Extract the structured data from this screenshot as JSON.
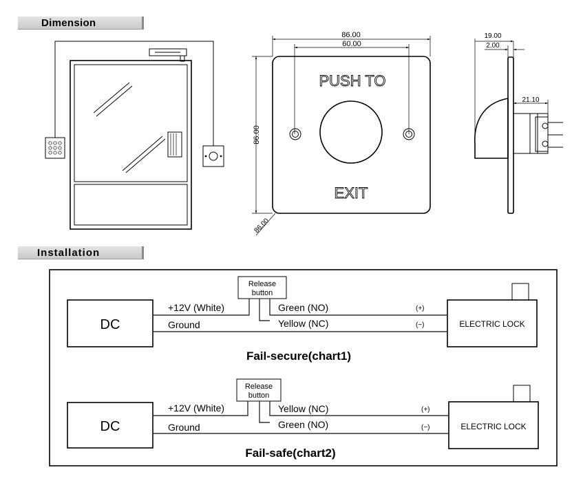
{
  "sections": {
    "dimension_title": "Dimension",
    "installation_title": "Installation"
  },
  "front_view": {
    "width_label": "86.00",
    "inner_width_label": "60.00",
    "height_label": "86.00",
    "depth_label": "86.00",
    "text_top": "PUSH TO",
    "text_bottom": "EXIT"
  },
  "side_view": {
    "depth_label": "19.00",
    "plate_label": "2.00",
    "body_label": "21.10"
  },
  "charts": [
    {
      "caption": "Fail-secure(chart1)",
      "power_label": "DC",
      "lock_label": "ELECTRIC LOCK",
      "button_label_1": "Release",
      "button_label_2": "button",
      "wire_positive": "+12V (White)",
      "wire_ground": "Ground",
      "wire_upper": "Green (NO)",
      "wire_lower": "Yellow (NC)",
      "plus": "(+)",
      "minus": "(−)"
    },
    {
      "caption": "Fail-safe(chart2)",
      "power_label": "DC",
      "lock_label": "ELECTRIC LOCK",
      "button_label_1": "Release",
      "button_label_2": "button",
      "wire_positive": "+12V (White)",
      "wire_ground": "Ground",
      "wire_upper": "Yellow (NC)",
      "wire_lower": "Green (NO)",
      "plus": "(+)",
      "minus": "(−)"
    }
  ]
}
